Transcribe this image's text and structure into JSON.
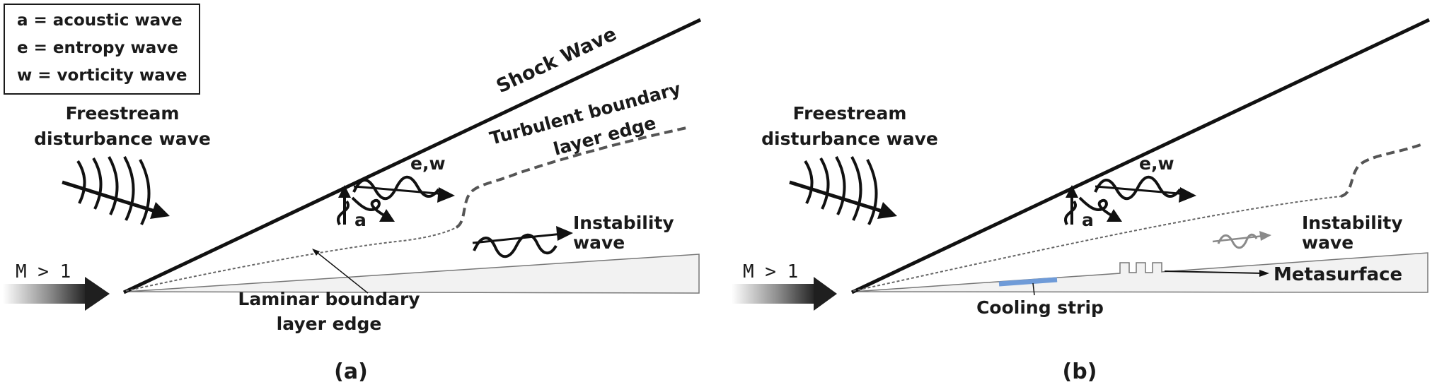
{
  "legend": {
    "a": "a = acoustic wave",
    "e": "e = entropy wave",
    "w": "w = vorticity wave"
  },
  "panel_a": {
    "caption": "(a)",
    "shock_label": "Shock Wave",
    "freestream_line1": "Freestream",
    "freestream_line2": "disturbance wave",
    "turbulent_line1": "Turbulent boundary",
    "turbulent_line2": "layer edge",
    "ew_label": "e,w",
    "a_label": "a",
    "instability_line1": "Instability",
    "instability_line2": "wave",
    "mach_label": "M > 1",
    "laminar_line1": "Laminar boundary",
    "laminar_line2": "layer edge"
  },
  "panel_b": {
    "caption": "(b)",
    "freestream_line1": "Freestream",
    "freestream_line2": "disturbance wave",
    "ew_label": "e,w",
    "a_label": "a",
    "instability_line1": "Instability",
    "instability_line2": "wave",
    "mach_label": "M > 1",
    "metasurface_label": "Metasurface",
    "cooling_label": "Cooling strip"
  },
  "colors": {
    "ink": "#1a1a1a",
    "dashed_edge": "#555555",
    "wedge_fill": "#f2f2f2",
    "cooling_strip": "#6f9bd8",
    "faded_wave": "#8a8a8a"
  }
}
